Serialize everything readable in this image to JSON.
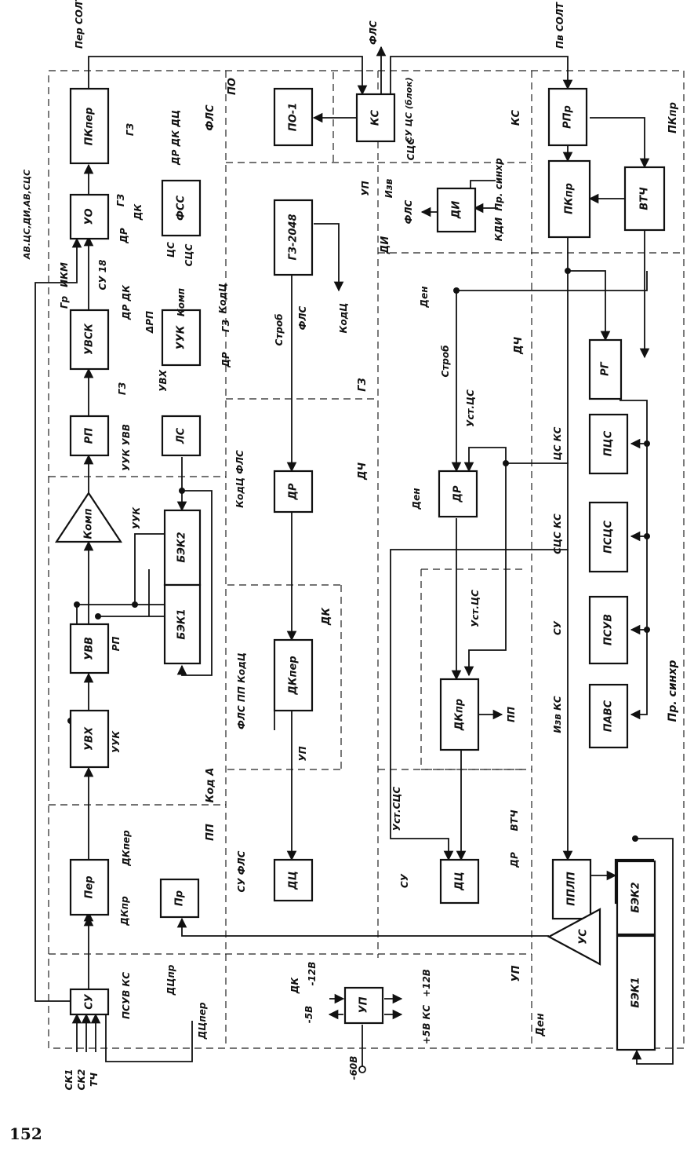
{
  "page_number": "152",
  "blocks": [
    {
      "id": "pk-per",
      "label": "ПКпер"
    },
    {
      "id": "uo",
      "label": "УО"
    },
    {
      "id": "fss",
      "label": "ФСС"
    },
    {
      "id": "uvsk",
      "label": "УВСК"
    },
    {
      "id": "uuk",
      "label": "УУК"
    },
    {
      "id": "rp",
      "label": "РП"
    },
    {
      "id": "ls-left",
      "label": "ЛС"
    },
    {
      "id": "komp",
      "label": "Комп"
    },
    {
      "id": "bek2-left",
      "label": "БЭК2"
    },
    {
      "id": "bek1-left",
      "label": "БЭК1"
    },
    {
      "id": "uvv",
      "label": "УВВ"
    },
    {
      "id": "uvkh",
      "label": "УВХ"
    },
    {
      "id": "per",
      "label": "Пер"
    },
    {
      "id": "pr",
      "label": "Пр"
    },
    {
      "id": "su",
      "label": "СУ"
    },
    {
      "id": "po1",
      "label": "ПО-1"
    },
    {
      "id": "ks",
      "label": "КС"
    },
    {
      "id": "gz",
      "label": "ГЗ-2048"
    },
    {
      "id": "dr-mid",
      "label": "ДР"
    },
    {
      "id": "dk-per",
      "label": "ДКпер"
    },
    {
      "id": "dc-mid",
      "label": "ДЦ"
    },
    {
      "id": "up",
      "label": "УП"
    },
    {
      "id": "di",
      "label": "ДИ"
    },
    {
      "id": "dr-right",
      "label": "ДР"
    },
    {
      "id": "dk-pr",
      "label": "ДКпр"
    },
    {
      "id": "dc-right",
      "label": "ДЦ"
    },
    {
      "id": "rpr",
      "label": "РПр"
    },
    {
      "id": "pk-pr",
      "label": "ПКпр"
    },
    {
      "id": "vtch",
      "label": "ВТЧ"
    },
    {
      "id": "rg",
      "label": "РГ"
    },
    {
      "id": "pshs",
      "label": "ПЦС"
    },
    {
      "id": "psshs",
      "label": "ПСЦС"
    },
    {
      "id": "psuv",
      "label": "ПСУВ"
    },
    {
      "id": "pavs",
      "label": "ПАВС"
    },
    {
      "id": "pplp",
      "label": "ППЛП"
    },
    {
      "id": "ls-right",
      "label": "ЛС"
    },
    {
      "id": "bek2-right",
      "label": "БЭК2"
    },
    {
      "id": "bek1-right",
      "label": "БЭК1"
    },
    {
      "id": "us",
      "label": "УС"
    }
  ],
  "regions": [
    {
      "id": "fls",
      "label": "ФЛС"
    },
    {
      "id": "po",
      "label": "ПО"
    },
    {
      "id": "ks-region",
      "label": "КС"
    },
    {
      "id": "pkpr-region",
      "label": "ПКпр"
    },
    {
      "id": "di-region",
      "label": "ДИ"
    },
    {
      "id": "gz-region",
      "label": "ГЗ"
    },
    {
      "id": "dch-left",
      "label": "ДЧ"
    },
    {
      "id": "dch-right",
      "label": "ДЧ"
    },
    {
      "id": "dk-region",
      "label": "ДК"
    },
    {
      "id": "kod-a",
      "label": "Код А"
    },
    {
      "id": "pp-region",
      "label": "ПП"
    },
    {
      "id": "up-region",
      "label": "УП"
    },
    {
      "id": "den-region",
      "label": "Ден"
    },
    {
      "id": "pr-sinkr",
      "label": "Пр. синхр"
    }
  ],
  "signals": [
    {
      "id": "per-solt",
      "label": "Пер СОЛТ"
    },
    {
      "id": "fls-top",
      "label": "ФЛС"
    },
    {
      "id": "pv-solt",
      "label": "Пв СОЛТ"
    },
    {
      "id": "av-inputs",
      "label": "АВ.ЦС,ДИ,АВ,СЦС"
    },
    {
      "id": "gz-pk",
      "label": "ГЗ"
    },
    {
      "id": "dr-dk-dc",
      "label": "ДР ДК ДЦ"
    },
    {
      "id": "gz-uo",
      "label": "ГЗ"
    },
    {
      "id": "dk-uo",
      "label": "ДК"
    },
    {
      "id": "dr-uo",
      "label": "ДР"
    },
    {
      "id": "tss-out",
      "label": "ЦС"
    },
    {
      "id": "sts-out",
      "label": "СЦС"
    },
    {
      "id": "ikm",
      "label": "ИКМ"
    },
    {
      "id": "su-18",
      "label": "СУ 18"
    },
    {
      "id": "gr",
      "label": "Гр"
    },
    {
      "id": "dr-dk-uvsk",
      "label": "ДР ДК"
    },
    {
      "id": "arp",
      "label": "ΔРП"
    },
    {
      "id": "komp-out",
      "label": "Комп"
    },
    {
      "id": "kod-ts",
      "label": "КодЦ"
    },
    {
      "id": "gz-uuk",
      "label": "ГЗ"
    },
    {
      "id": "dr-uuk",
      "label": "ДР"
    },
    {
      "id": "uvkh-sig",
      "label": "УВХ"
    },
    {
      "id": "gz-rp",
      "label": "ГЗ"
    },
    {
      "id": "uuk-uvv",
      "label": "УУК УВВ"
    },
    {
      "id": "uuk-komp",
      "label": "УУК"
    },
    {
      "id": "rp-uvv",
      "label": "РП"
    },
    {
      "id": "uuk-uvkh",
      "label": "УУК"
    },
    {
      "id": "dk-per-in",
      "label": "ДКпер"
    },
    {
      "id": "dk-pr-in",
      "label": "ДКпр"
    },
    {
      "id": "su-ks",
      "label": "ПСУВ КС"
    },
    {
      "id": "dc-pr",
      "label": "ДЦпр"
    },
    {
      "id": "dc-per",
      "label": "ДЦпер"
    },
    {
      "id": "ck1",
      "label": "СК1"
    },
    {
      "id": "ck2",
      "label": "СК2"
    },
    {
      "id": "tch",
      "label": "ТЧ"
    },
    {
      "id": "up-ks",
      "label": "УП"
    },
    {
      "id": "izv-ks",
      "label": "Изв"
    },
    {
      "id": "su-ts-blok",
      "label": "СУ ЦС (блок)"
    },
    {
      "id": "sts-ks",
      "label": "СЦС"
    },
    {
      "id": "fls-gz",
      "label": "ФЛС"
    },
    {
      "id": "kodts-gz",
      "label": "КодЦ"
    },
    {
      "id": "strob-left",
      "label": "Строб"
    },
    {
      "id": "kodts-fls-dr",
      "label": "КодЦ ФЛС"
    },
    {
      "id": "kodts-pp-fls-dk",
      "label": "ФЛС ПП КодЦ"
    },
    {
      "id": "up-dk",
      "label": "УП"
    },
    {
      "id": "su-fls-dc",
      "label": "СУ ФЛС"
    },
    {
      "id": "dk-up",
      "label": "ДК"
    },
    {
      "id": "minus5",
      "label": "-5В"
    },
    {
      "id": "minus12",
      "label": "-12В"
    },
    {
      "id": "plus12",
      "label": "+12В"
    },
    {
      "id": "plus5-ks",
      "label": "+5В КС"
    },
    {
      "id": "minus60",
      "label": "-60В"
    },
    {
      "id": "fls-di",
      "label": "ФЛС"
    },
    {
      "id": "pr-sinkro",
      "label": "Пр. синхр"
    },
    {
      "id": "kdi",
      "label": "КДИ"
    },
    {
      "id": "den-top",
      "label": "Ден"
    },
    {
      "id": "strob-right",
      "label": "Строб"
    },
    {
      "id": "ust-ts-dr",
      "label": "Уст.ЦС"
    },
    {
      "id": "den-dr",
      "label": "Ден"
    },
    {
      "id": "ust-ts-dk",
      "label": "Уст.ЦС"
    },
    {
      "id": "pp-dk",
      "label": "ПП"
    },
    {
      "id": "ust-sts",
      "label": "Уст.СЦС"
    },
    {
      "id": "su-dc",
      "label": "СУ"
    },
    {
      "id": "ts-ks",
      "label": "ЦС КС"
    },
    {
      "id": "sts-ks-2",
      "label": "СЦС КС"
    },
    {
      "id": "su-psuv",
      "label": "СУ"
    },
    {
      "id": "izv-ks-2",
      "label": "Изв КС"
    },
    {
      "id": "vtch-in",
      "label": "ВТЧ"
    },
    {
      "id": "dr-in",
      "label": "ДР"
    }
  ]
}
